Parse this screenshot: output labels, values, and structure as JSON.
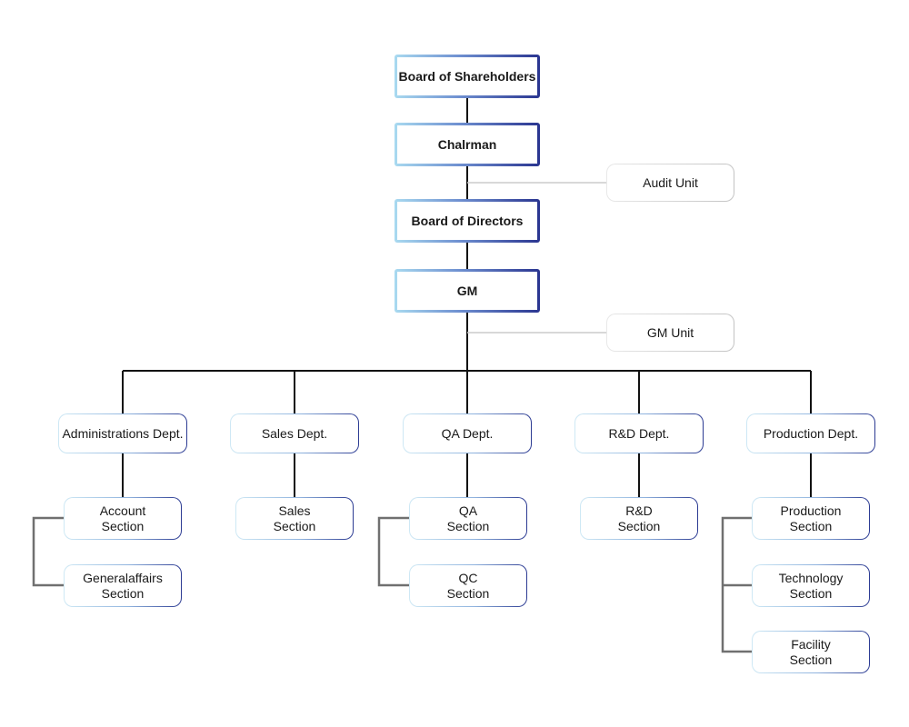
{
  "top": {
    "shareholders": "Board of Shareholders",
    "chairman": "Chalrman",
    "directors": "Board of Directors",
    "gm": "GM"
  },
  "units": {
    "audit": "Audit Unit",
    "gm_unit": "GM Unit"
  },
  "departments": {
    "admin": "Administrations Dept.",
    "sales": "Sales Dept.",
    "qa": "QA Dept.",
    "rd": "R&D Dept.",
    "production": "Production Dept."
  },
  "sections": {
    "account": "Account\nSection",
    "general_affairs": "Generalaffairs\nSection",
    "sales": "Sales\nSection",
    "qa": "QA\nSection",
    "qc": "QC\nSection",
    "rd": "R&D\nSection",
    "production": "Production\nSection",
    "technology": "Technology\nSection",
    "facility": "Facility\nSection"
  },
  "colors": {
    "main_line": "#111111",
    "unit_line": "#cccccc",
    "section_line": "#707070",
    "box_gradient_dark": "#2a3590",
    "box_gradient_light": "#a9daf0"
  }
}
